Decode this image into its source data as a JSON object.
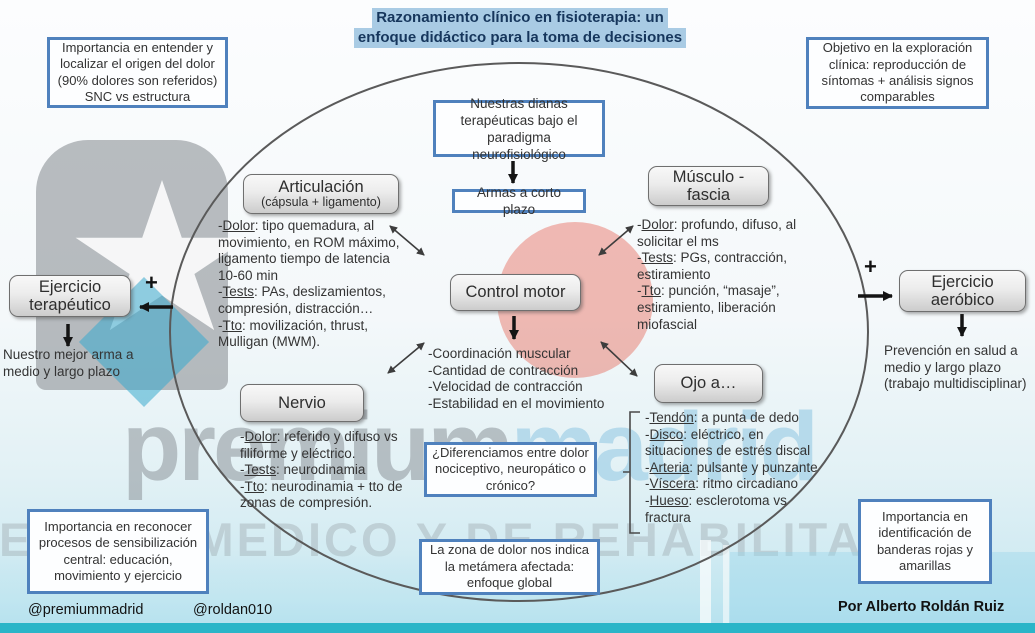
{
  "title": {
    "line1": "Razonamiento clínico en fisioterapia: un",
    "line2": "enfoque didáctico para la toma de decisiones"
  },
  "notes": {
    "top_left": "Importancia en entender y localizar el origen del dolor (90% dolores son referidos) SNC vs estructura",
    "top_right": "Objetivo en la exploración clínica: reproducción de síntomas + análisis signos comparables",
    "bottom_left": "Importancia en reconocer procesos de sensibilización central: educación, movimiento y ejercicio",
    "bottom_right": "Importancia en identificación de banderas rojas y amarillas",
    "dianas": "Nuestras dianas terapéuticas bajo el paradigma neurofisiológico",
    "armas": "Armas a corto plazo",
    "differential": "¿Diferenciamos entre dolor nociceptivo, neuropático o crónico?",
    "metamera": "La zona de dolor nos indica la metámera afectada: enfoque global"
  },
  "nodes": {
    "articulacion": {
      "title": "Articulación",
      "subtitle": "(cápsula + ligamento)",
      "items": [
        {
          "pre": "-",
          "lead": "Dolor",
          "rest": ": tipo quemadura, al movimiento, en ROM máximo, ligamento tiempo de latencia 10-60 min"
        },
        {
          "pre": "-",
          "lead": "Tests",
          "rest": ": PAs, deslizamientos, compresión, distracción…"
        },
        {
          "pre": "-",
          "lead": "Tto",
          "rest": ": movilización, thrust, Mulligan (MWM)."
        }
      ]
    },
    "musculo": {
      "title": "Músculo - fascia",
      "items": [
        {
          "pre": "-",
          "lead": "Dolor",
          "rest": ": profundo, difuso, al solicitar el ms"
        },
        {
          "pre": "-",
          "lead": "Tests",
          "rest": ": PGs, contracción, estiramiento"
        },
        {
          "pre": "-",
          "lead": "Tto",
          "rest": ": punción, “masaje”, estiramiento, liberación miofascial"
        }
      ]
    },
    "control": {
      "title": "Control motor",
      "items": [
        "-Coordinación muscular",
        "-Cantidad de contracción",
        "-Velocidad de contracción",
        "-Estabilidad en el movimiento"
      ]
    },
    "nervio": {
      "title": "Nervio",
      "items": [
        {
          "pre": "-",
          "lead": "Dolor",
          "rest": ": referido y difuso vs filiforme y eléctrico."
        },
        {
          "pre": "-",
          "lead": "Tests",
          "rest": ": neurodinamia"
        },
        {
          "pre": "-",
          "lead": "Tto",
          "rest": ": neurodinamia + tto de zonas de compresión."
        }
      ]
    },
    "ojo": {
      "title": "Ojo a…",
      "items": [
        {
          "pre": "-",
          "lead": "Tendón",
          "rest": ": a punta de dedo"
        },
        {
          "pre": "-",
          "lead": "Disco",
          "rest": ": eléctrico,  en situaciones de estrés discal"
        },
        {
          "pre": "-",
          "lead": "Arteria",
          "rest": ": pulsante y punzante"
        },
        {
          "pre": "-",
          "lead": "Víscera",
          "rest": ": ritmo circadiano"
        },
        {
          "pre": "-",
          "lead": "Hueso",
          "rest": ": esclerotoma vs fractura"
        }
      ]
    }
  },
  "branches": {
    "left": {
      "plus": "+",
      "node": "Ejercicio terapéutico",
      "note": "Nuestro mejor arma a medio y largo plazo"
    },
    "right": {
      "plus": "+",
      "node": "Ejercicio aeróbico",
      "note": "Prevención en salud a medio y largo plazo (trabajo multidisciplinar)"
    }
  },
  "footer": {
    "handle_primary": "@premiummadrid",
    "handle_secondary": "@roldan010",
    "author": "Por Alberto Roldán Ruiz"
  },
  "watermark": {
    "brand_gray": "premium",
    "brand_blue": "madrid",
    "tagline": "CENTRO MEDICO Y DE REHABILITACIÓN"
  },
  "colors": {
    "accent_blue": "#4f81bd",
    "title_highlight": "#a9cbe4",
    "teal_bar": "#2ab5c8",
    "ellipse_stroke": "#5a5a5a",
    "node_border": "#6f6f6f"
  }
}
